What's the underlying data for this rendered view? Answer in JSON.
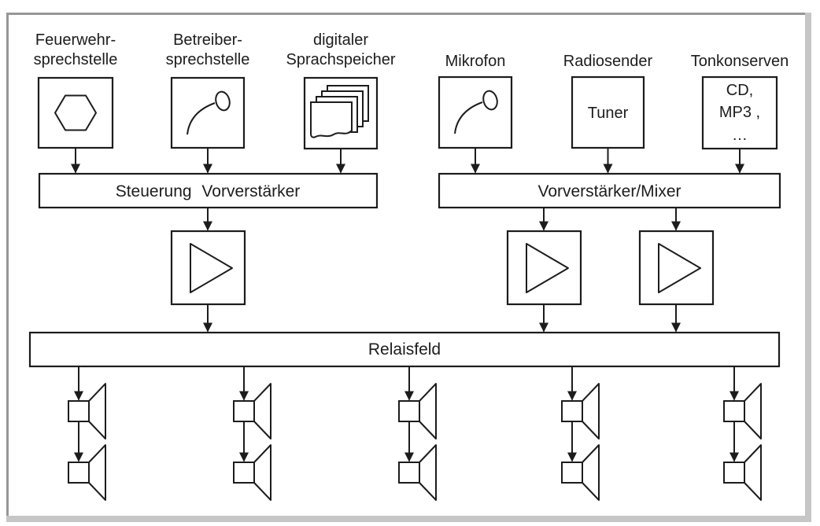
{
  "colors": {
    "diagram_line": "#1c1c1c",
    "frame_dark": "#979797",
    "frame_light": "#c6c6c6",
    "background": "#ffffff"
  },
  "left_group": {
    "sources": [
      {
        "label_lines": [
          "Feuerwehr-",
          "sprechstelle"
        ],
        "icon": "hexagon-icon"
      },
      {
        "label_lines": [
          "Betreiber-",
          "sprechstelle"
        ],
        "icon": "microphone-icon"
      },
      {
        "label_lines": [
          "digitaler",
          "Sprachspeicher"
        ],
        "icon": "document-stack-icon"
      }
    ],
    "block_label": "Steuerung Vorverstärker"
  },
  "right_group": {
    "sources": [
      {
        "label_lines": [
          "Mikrofon"
        ],
        "icon": "microphone-icon"
      },
      {
        "label_lines": [
          "Radiosender"
        ],
        "box_text_lines": [
          "Tuner"
        ]
      },
      {
        "label_lines": [
          "Tonkonserven"
        ],
        "box_text_lines": [
          "CD,",
          "MP3 ,",
          "…"
        ]
      }
    ],
    "block_label": "Vorverstärker/Mixer"
  },
  "relay_block_label": "Relaisfeld",
  "amplifier_count": 3,
  "speaker_columns": 5,
  "speakers_per_column": 2
}
